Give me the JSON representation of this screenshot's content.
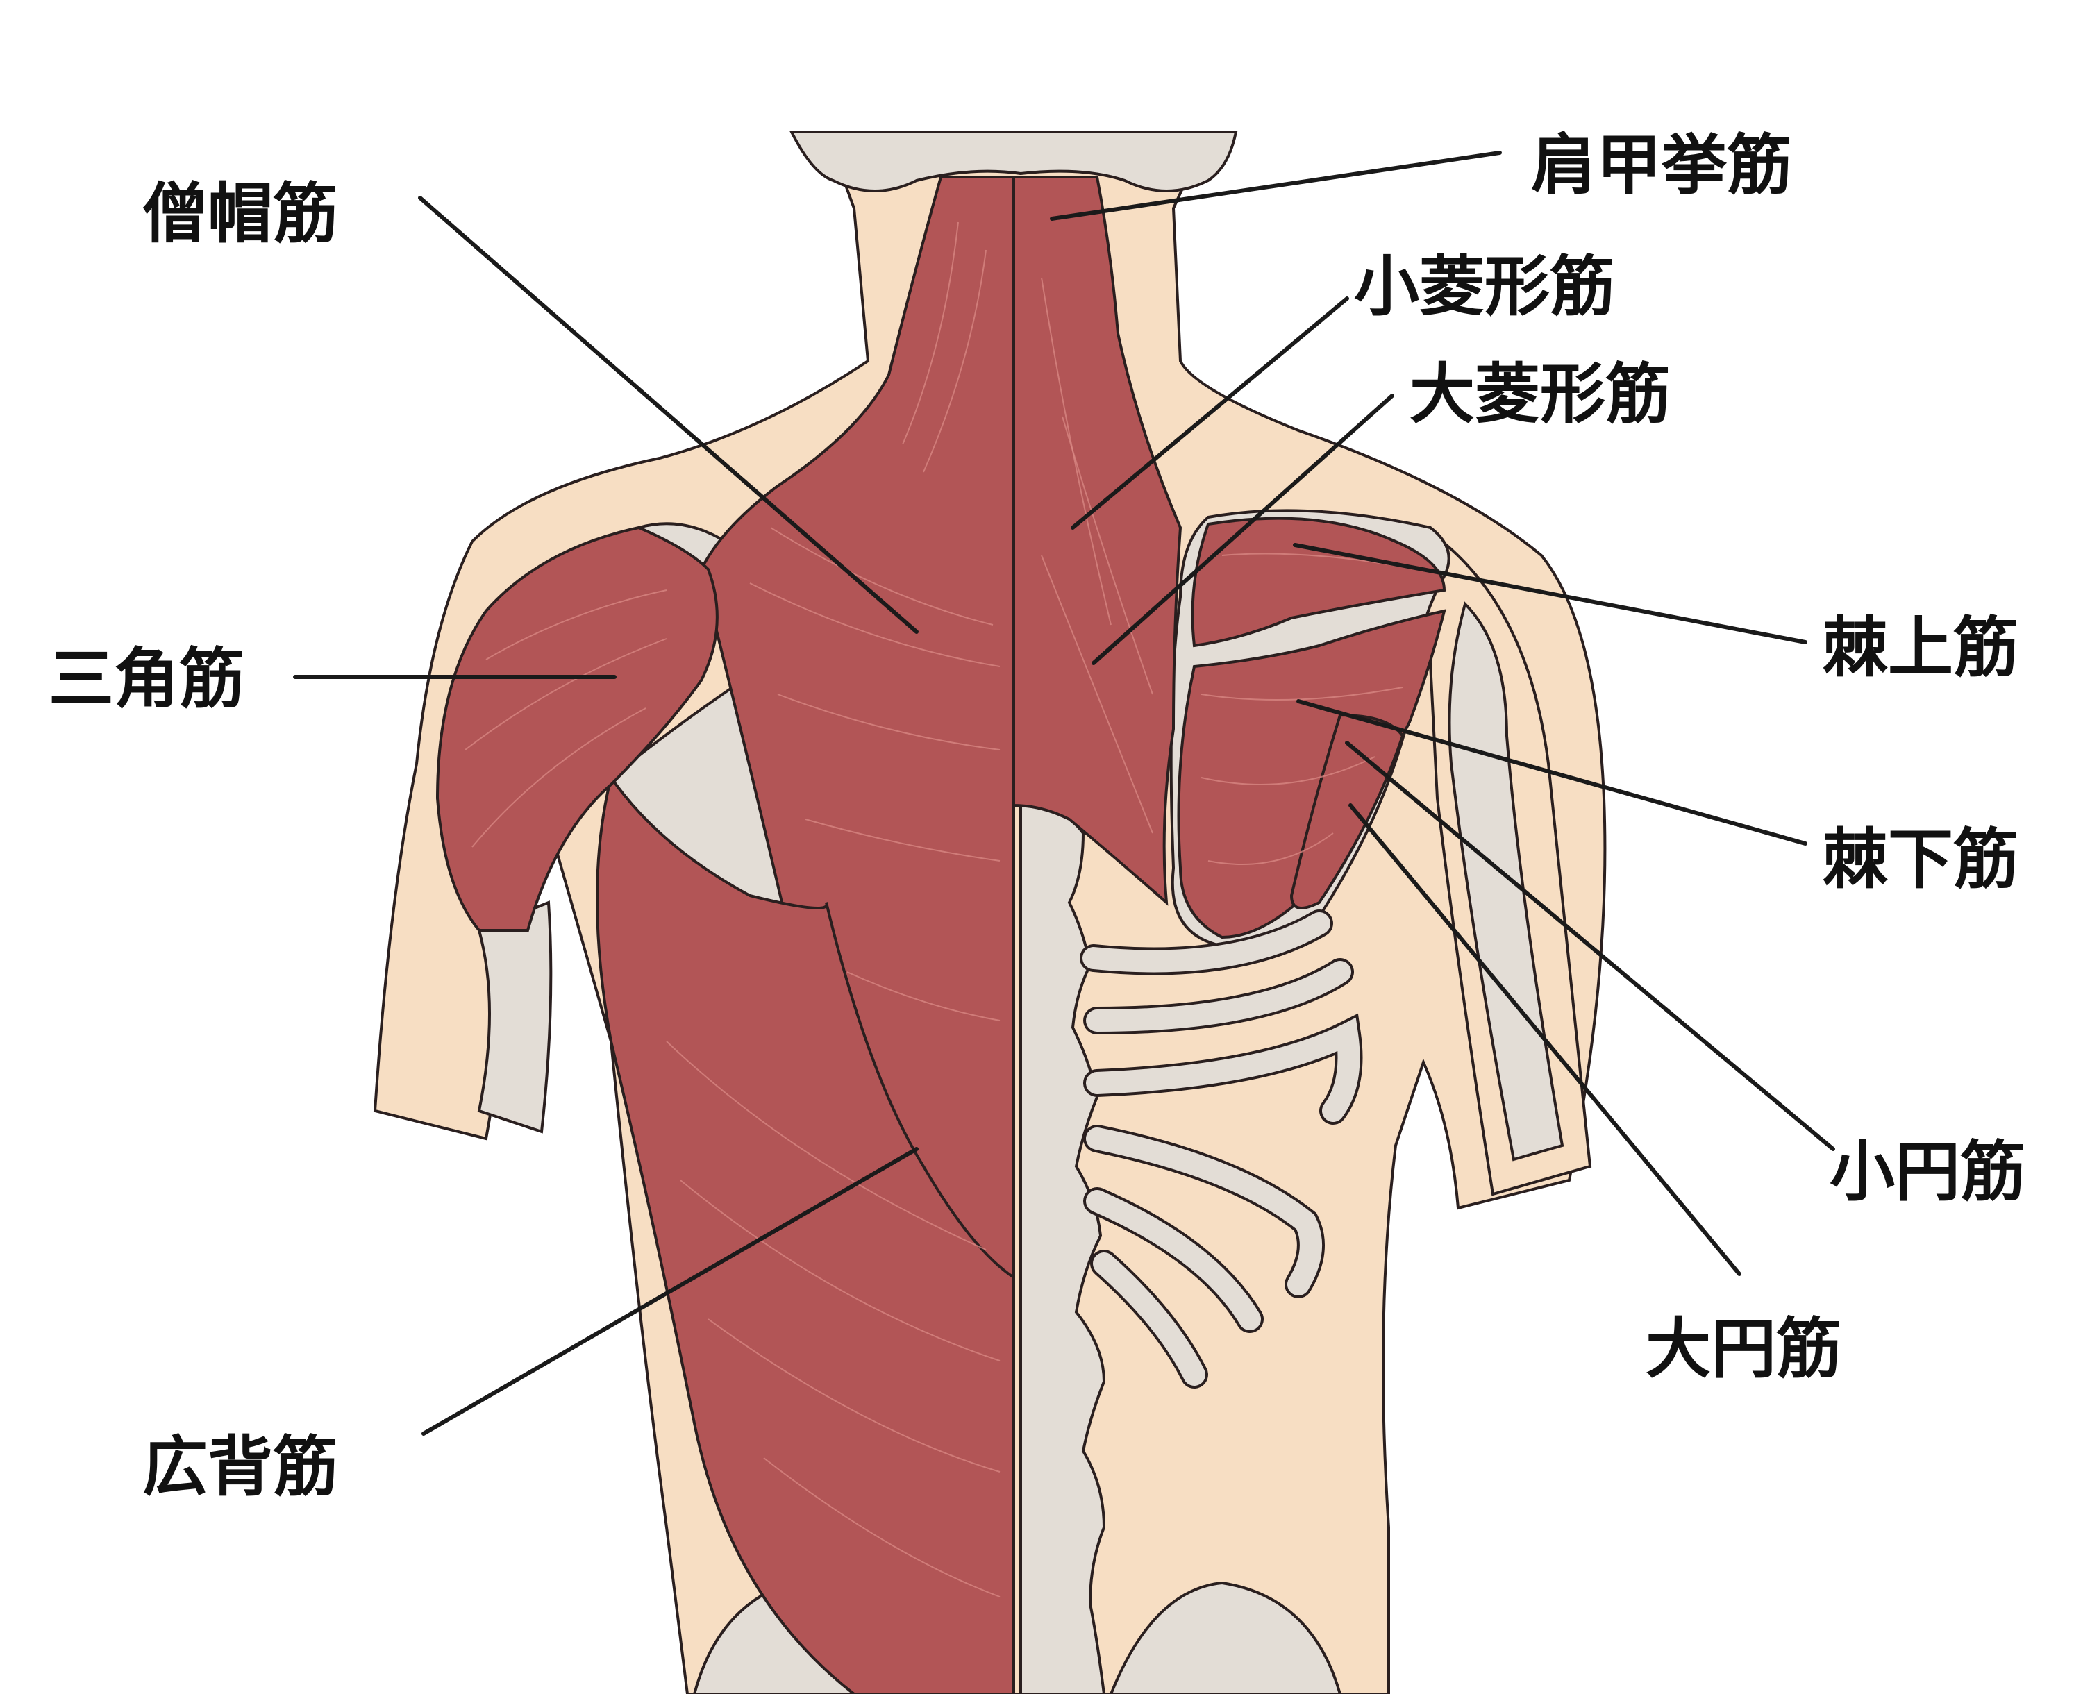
{
  "colors": {
    "skin": "#f7dec3",
    "muscle": "#b25556",
    "bone": "#e3ddd6",
    "outline": "#2a1f1f",
    "fiber": "#d98a86",
    "text": "#111111"
  },
  "labels": {
    "trapezius": "僧帽筋",
    "deltoid": "三角筋",
    "latissimus": "広背筋",
    "levator_scapulae": "肩甲挙筋",
    "rhomboid_minor": "小菱形筋",
    "rhomboid_major": "大菱形筋",
    "supraspinatus": "棘上筋",
    "infraspinatus": "棘下筋",
    "teres_minor": "小円筋",
    "teres_major": "大円筋"
  }
}
